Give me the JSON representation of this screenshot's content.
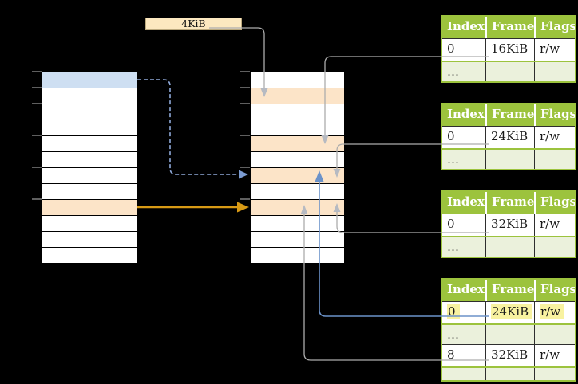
{
  "size_label": "4KiB",
  "memory": {
    "left": {
      "rows": [
        "blue",
        "white",
        "white",
        "white",
        "white",
        "white",
        "white",
        "white",
        "orange",
        "white",
        "white",
        "white"
      ]
    },
    "middle": {
      "rows": [
        "white",
        "orange",
        "white",
        "white",
        "orange",
        "white",
        "orange",
        "white",
        "orange",
        "white",
        "white",
        "white"
      ]
    }
  },
  "page_tables": {
    "headers": [
      "Index",
      "Frame",
      "Flags"
    ],
    "t1": {
      "rows": [
        {
          "index": "0",
          "frame": "16KiB",
          "flags": "r/w"
        },
        {
          "index": "…",
          "frame": "",
          "flags": ""
        }
      ]
    },
    "t2": {
      "rows": [
        {
          "index": "0",
          "frame": "24KiB",
          "flags": "r/w"
        },
        {
          "index": "…",
          "frame": "",
          "flags": ""
        }
      ]
    },
    "t3": {
      "rows": [
        {
          "index": "0",
          "frame": "32KiB",
          "flags": "r/w"
        },
        {
          "index": "…",
          "frame": "",
          "flags": ""
        }
      ]
    },
    "t4": {
      "rows": [
        {
          "index": "0",
          "frame": "24KiB",
          "flags": "r/w"
        },
        {
          "index": "…",
          "frame": "",
          "flags": ""
        },
        {
          "index": "8",
          "frame": "32KiB",
          "flags": "r/w"
        },
        {
          "index": "…",
          "frame": "",
          "flags": ""
        }
      ]
    }
  },
  "colors": {
    "background": "#000000",
    "table_header_green": "#9CC33D",
    "table_dots_green": "#EBF1DC",
    "memory_blue": "#CEDFF2",
    "memory_orange": "#FCE4C8",
    "label_box": "#FCE8C0",
    "highlight_yellow": "#F8F2A0",
    "connector_gray": "#ACACAC",
    "connector_blue": "#6B92C9",
    "connector_blue_dashed": "#8FA9D9",
    "connector_orange": "#D89A15"
  }
}
